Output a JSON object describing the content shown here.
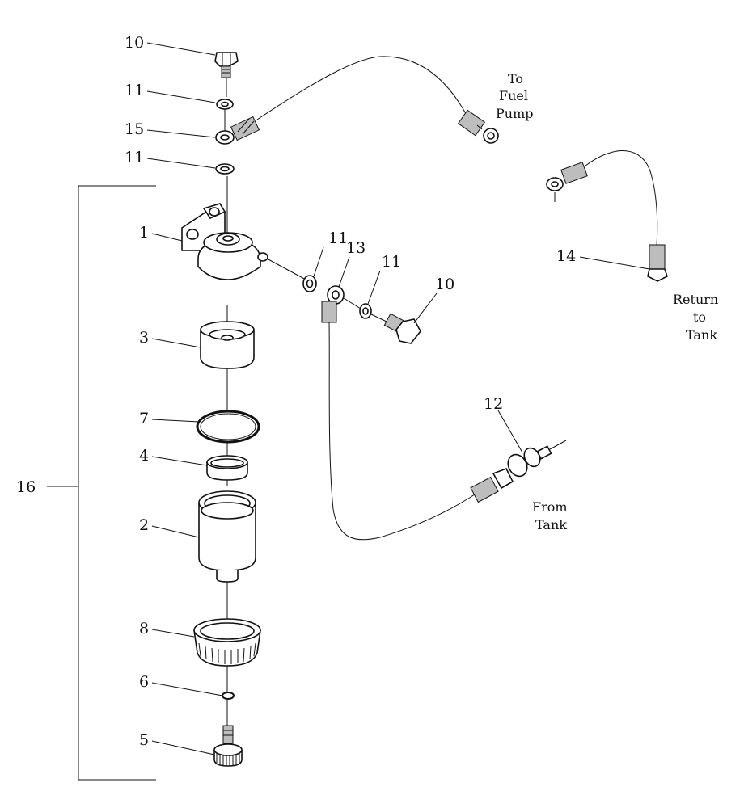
{
  "callouts": [
    {
      "id": "c10a",
      "text": "10"
    },
    {
      "id": "c11a",
      "text": "11"
    },
    {
      "id": "c15",
      "text": "15"
    },
    {
      "id": "c11b",
      "text": "11"
    },
    {
      "id": "c1",
      "text": "1"
    },
    {
      "id": "c11c",
      "text": "11"
    },
    {
      "id": "c13",
      "text": "13"
    },
    {
      "id": "c11d",
      "text": "11"
    },
    {
      "id": "c10b",
      "text": "10"
    },
    {
      "id": "c14",
      "text": "14"
    },
    {
      "id": "c3",
      "text": "3"
    },
    {
      "id": "c7",
      "text": "7"
    },
    {
      "id": "c4",
      "text": "4"
    },
    {
      "id": "c16",
      "text": "16"
    },
    {
      "id": "c2",
      "text": "2"
    },
    {
      "id": "c12",
      "text": "12"
    },
    {
      "id": "c8",
      "text": "8"
    },
    {
      "id": "c6",
      "text": "6"
    },
    {
      "id": "c5",
      "text": "5"
    }
  ],
  "captions": {
    "to_fuel_pump": [
      "To",
      "Fuel",
      "Pump"
    ],
    "return_to_tank": [
      "Return",
      "to",
      "Tank"
    ],
    "from_tank": [
      "From",
      "Tank"
    ]
  }
}
